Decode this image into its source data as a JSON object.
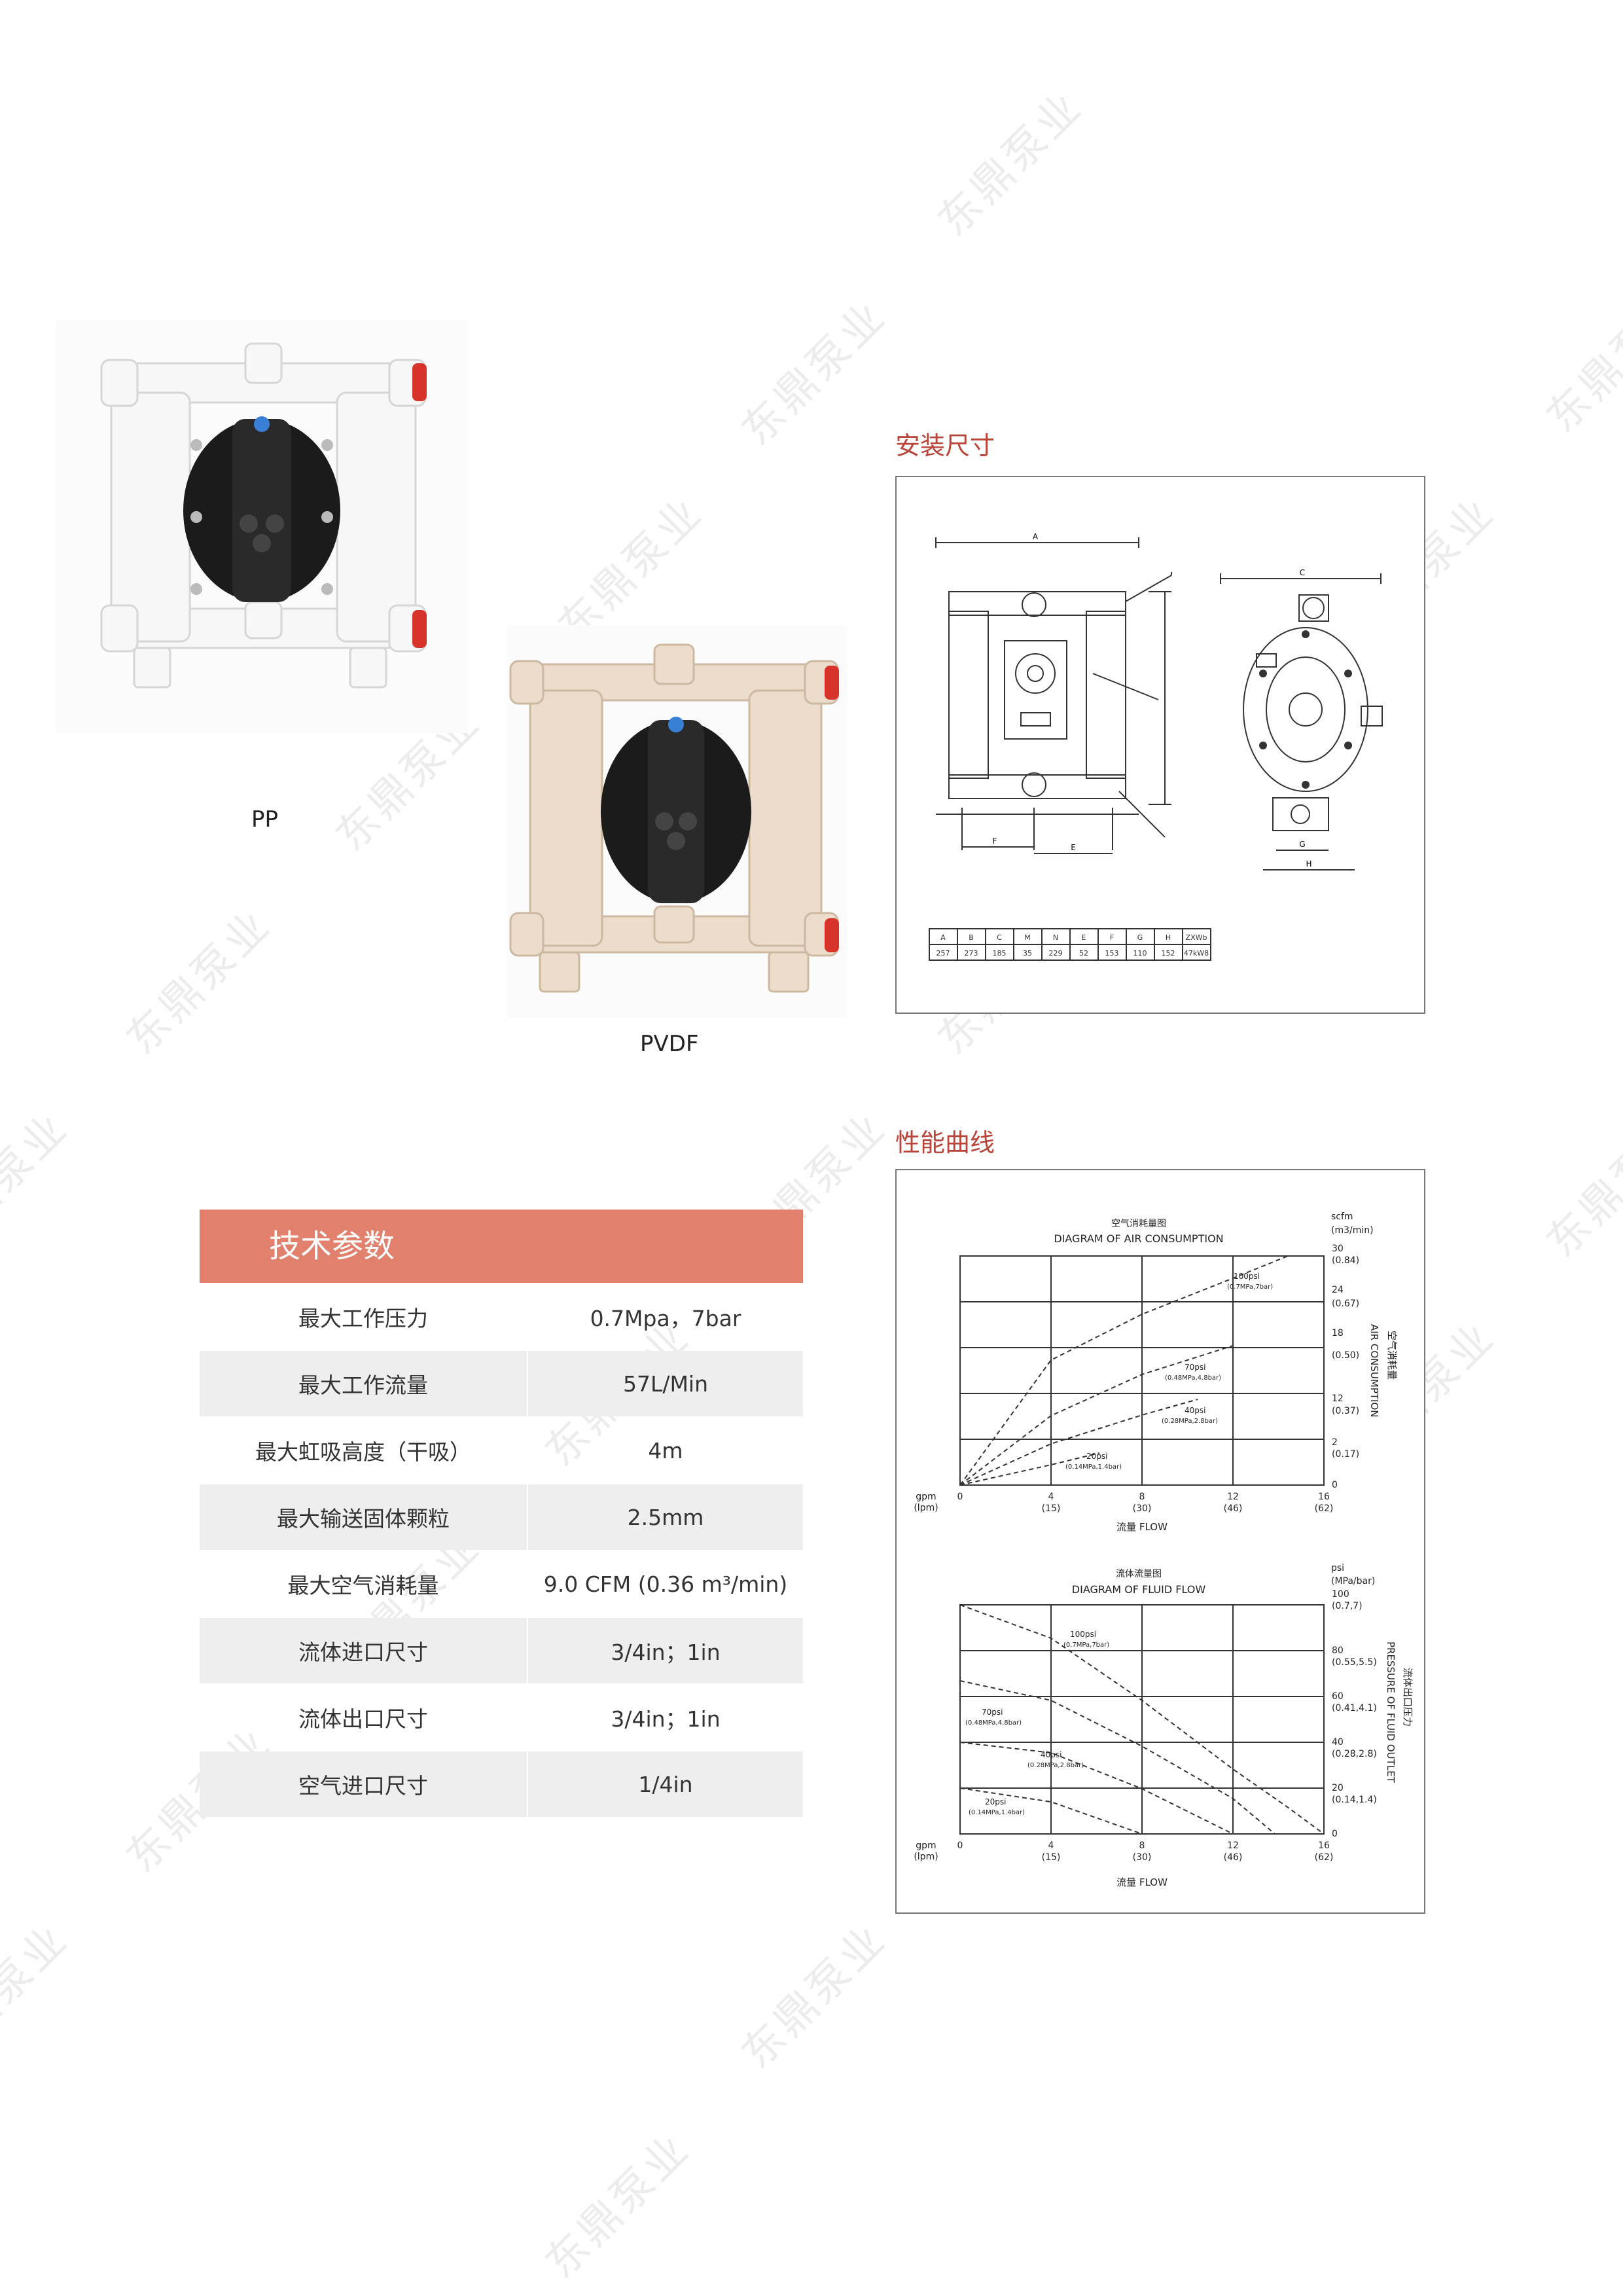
{
  "watermark": "东鼎泵业",
  "products": [
    {
      "caption": "PP"
    },
    {
      "caption": "PVDF"
    }
  ],
  "install": {
    "title": "安装尺寸",
    "labels": {
      "A": "A",
      "C": "C",
      "F": "F",
      "E": "E",
      "G": "G",
      "H": "H"
    },
    "table": {
      "headers": [
        "A",
        "B",
        "C",
        "M",
        "N",
        "E",
        "F",
        "G",
        "H",
        "ZXWb"
      ],
      "values": [
        "257",
        "273",
        "185",
        "35",
        "229",
        "52",
        "153",
        "110",
        "152",
        "47kW8"
      ]
    }
  },
  "spec_table": {
    "title": "技术参数",
    "rows": [
      {
        "label": "最大工作压力",
        "value": "0.7Mpa，7bar"
      },
      {
        "label": "最大工作流量",
        "value": "57L/Min"
      },
      {
        "label": "最大虹吸高度（干吸）",
        "value": "4m"
      },
      {
        "label": "最大输送固体颗粒",
        "value": "2.5mm"
      },
      {
        "label": "最大空气消耗量",
        "value": "9.0 CFM (0.36 m³/min)"
      },
      {
        "label": "流体进口尺寸",
        "value": "3/4in；1in"
      },
      {
        "label": "流体出口尺寸",
        "value": "3/4in；1in"
      },
      {
        "label": "空气进口尺寸",
        "value": "1/4in"
      }
    ]
  },
  "performance": {
    "title": "性能曲线",
    "air_chart": {
      "title_cn": "空气消耗量图",
      "title_en": "DIAGRAM OF AIR CONSUMPTION",
      "x_unit_left": "gpm",
      "x_unit_left2": "(lpm)",
      "x_ticks": [
        "0",
        "4",
        "8",
        "12",
        "16"
      ],
      "x_ticks_lpm": [
        "(15)",
        "(30)",
        "(46)",
        "(62)"
      ],
      "xlabel": "流量 FLOW",
      "y_unit": "scfm",
      "y_unit2": "(m3/min)",
      "y_ticks": [
        "0",
        "2",
        "12",
        "18",
        "24",
        "30"
      ],
      "y_ticks_m3": [
        "(0.17)",
        "(0.37)",
        "(0.50)",
        "(0.67)",
        "(0.84)"
      ],
      "ylabel_en": "AIR CONSUMPTION",
      "ylabel_cn": "空气消耗量",
      "curve_labels": [
        {
          "psi": "100psi",
          "sub": "(0.7MPa,7bar)"
        },
        {
          "psi": "70psi",
          "sub": "(0.48MPa,4.8bar)"
        },
        {
          "psi": "40psi",
          "sub": "(0.28MPa,2.8bar)"
        },
        {
          "psi": "20psi",
          "sub": "(0.14MPa,1.4bar)"
        }
      ]
    },
    "fluid_chart": {
      "title_cn": "流体流量图",
      "title_en": "DIAGRAM OF FLUID FLOW",
      "x_unit_left": "gpm",
      "x_unit_left2": "(lpm)",
      "x_ticks": [
        "0",
        "4",
        "8",
        "12",
        "16"
      ],
      "x_ticks_lpm": [
        "(15)",
        "(30)",
        "(46)",
        "(62)"
      ],
      "xlabel": "流量 FLOW",
      "y_unit": "psi",
      "y_unit2": "(MPa/bar)",
      "y_ticks": [
        "0",
        "20",
        "40",
        "60",
        "80",
        "100"
      ],
      "y_ticks_mpa": [
        "(0.14,1.4)",
        "(0.28,2.8)",
        "(0.41,4.1)",
        "(0.55,5.5)",
        "(0.7,7)"
      ],
      "ylabel_en": "PRESSURE OF FLUID OUTLET",
      "ylabel_cn": "流体出口压力",
      "curve_labels": [
        {
          "psi": "100psi",
          "sub": "(0.7MPa,7bar)"
        },
        {
          "psi": "70psi",
          "sub": "(0.48MPa,4.8bar)"
        },
        {
          "psi": "40psi",
          "sub": "(0.28MPa,2.8bar)"
        },
        {
          "psi": "20psi",
          "sub": "(0.14MPa,1.4bar)"
        }
      ]
    }
  }
}
